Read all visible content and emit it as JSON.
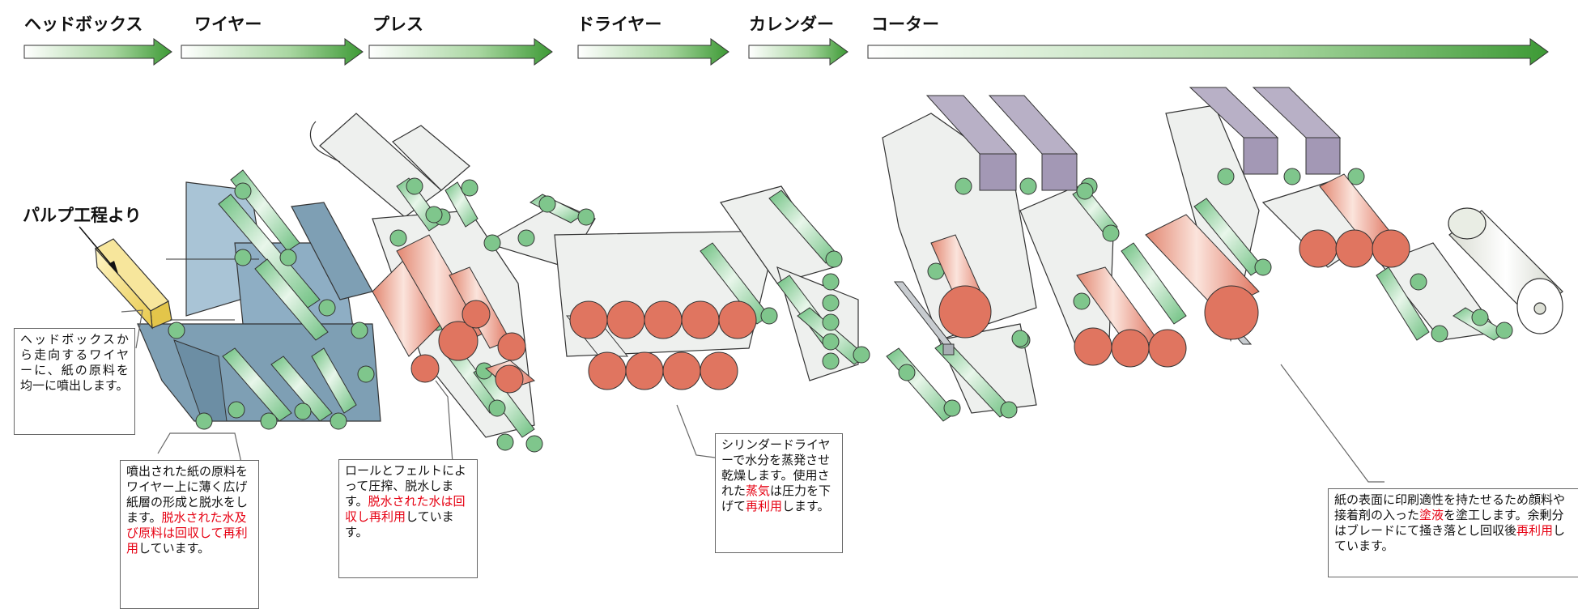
{
  "stages": {
    "headbox": "ヘッドボックス",
    "wire": "ワイヤー",
    "press": "プレス",
    "dryer": "ドライヤー",
    "calender": "カレンダー",
    "coater": "コーター"
  },
  "pulp_label": "パルプ工程より",
  "notes": {
    "headbox": "ヘッドボックスから走向するワイヤーに、紙の原料を均一に噴出します。",
    "wire_a": "噴出された紙の原料をワイヤー上に薄く広げ紙層の形成と脱水をします。",
    "wire_b": "脱水された水及び原料は回収して再",
    "wire_c": "利用",
    "wire_d": "しています。",
    "press_a": "ロールとフェルトによって圧搾、脱水します。",
    "press_b": "脱水された水は回収し再利用",
    "press_c": "しています。",
    "dryer_a": "シリンダードライヤーで水分を蒸発させ乾燥します。使用された",
    "dryer_b": "蒸気",
    "dryer_c": "は圧力を下げて",
    "dryer_d": "再利用",
    "dryer_e": "します。",
    "coater_a": "紙の表面に印刷適性を持たせるため顔料や接着剤の入った",
    "coater_b": "塗液",
    "coater_c": "を塗工します。余剰分はブレードにて掻き落とし回収後",
    "coater_d": "再利用",
    "coater_e": "しています。"
  },
  "colors": {
    "arrow_green": "#3d9a35",
    "roll_green": "#7fc68c",
    "roll_red": "#e07560",
    "wire_blue": "#8eaec4",
    "felt_gray": "#eef0ee",
    "headbox_yellow": "#f3dc85",
    "blade_purple": "#a398b5",
    "text_red": "#e60012"
  }
}
